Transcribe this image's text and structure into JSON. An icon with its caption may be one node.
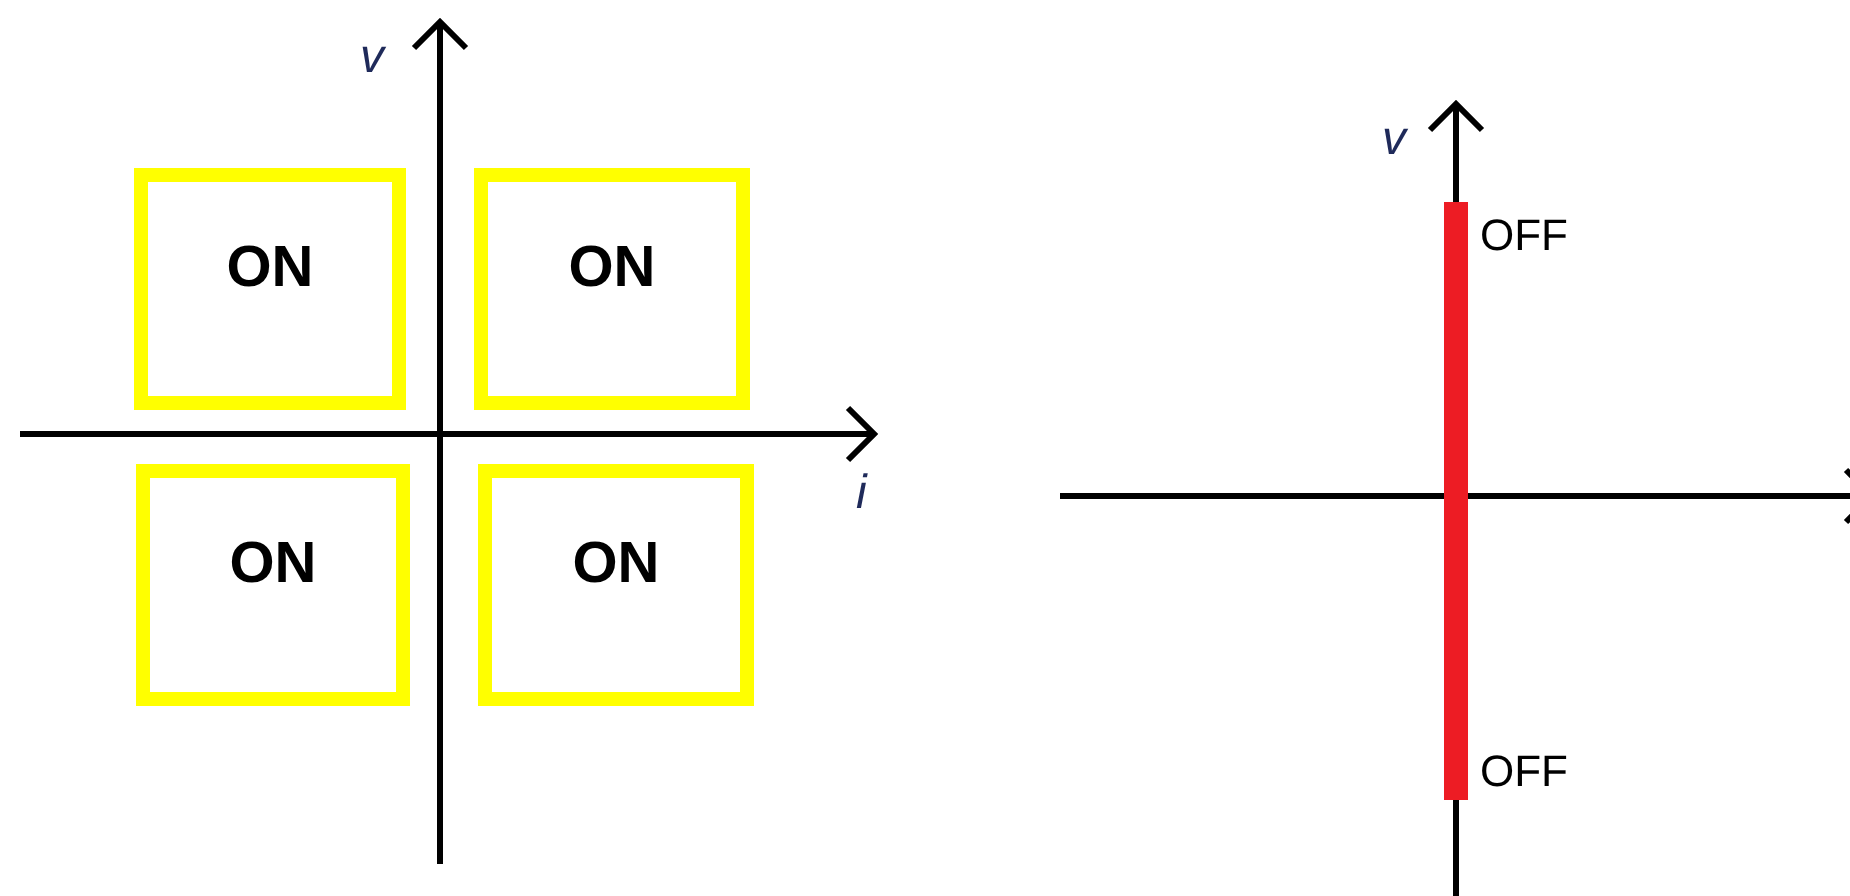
{
  "diagram": {
    "nodes": [
      {
        "text": [
          "ON"
        ]
      },
      {
        "text": [
          "ON"
        ]
      },
      {
        "text": [
          "ON"
        ]
      },
      {
        "text": [
          "ON"
        ]
      }
    ],
    "labels": [
      "v",
      "v",
      "OFF",
      "i",
      "OFF"
    ]
  }
}
